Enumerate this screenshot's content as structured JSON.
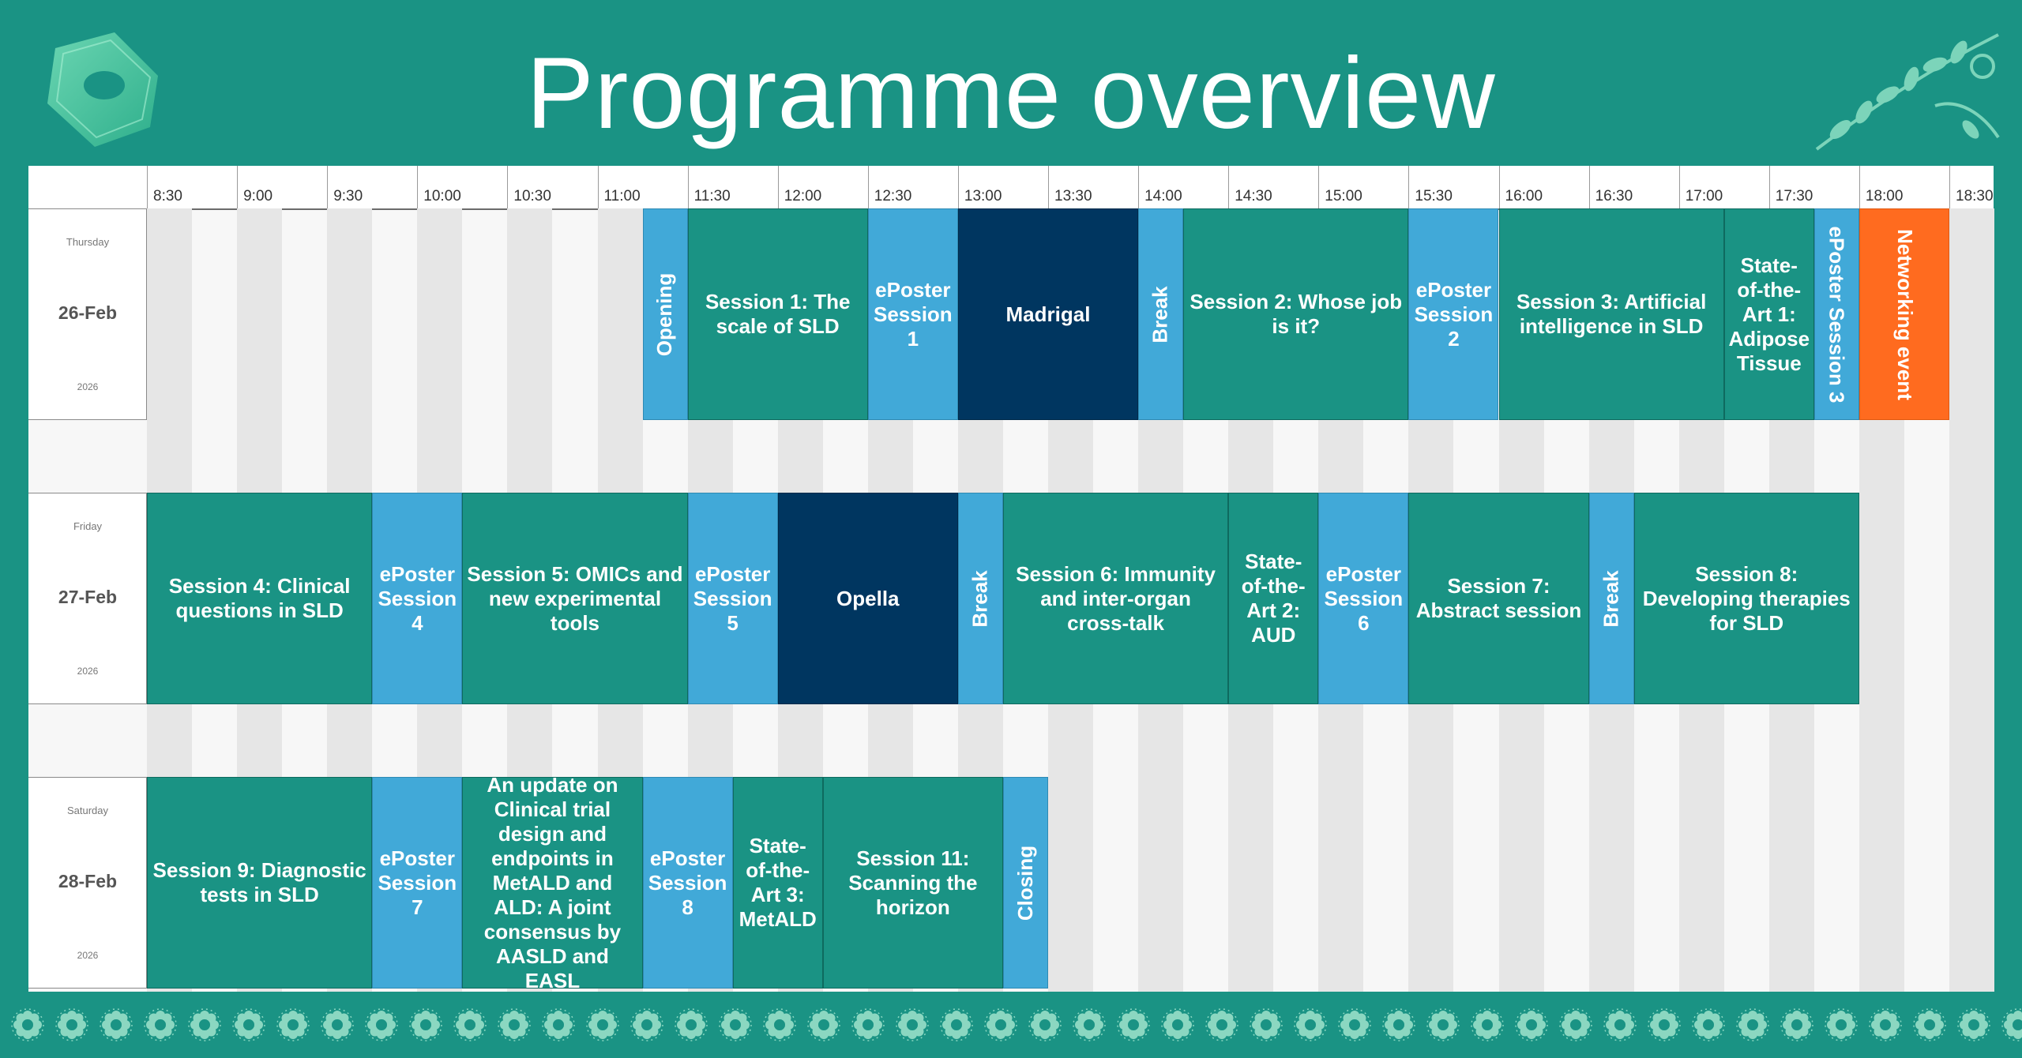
{
  "title": "Programme overview",
  "colors": {
    "background": "#1a9384",
    "session": "#1a9384",
    "eposter": "#41a9d8",
    "industry": "#003660",
    "networking": "#ff6b1f"
  },
  "times": [
    "8:30",
    "9:00",
    "9:30",
    "10:00",
    "10:30",
    "11:00",
    "11:30",
    "12:00",
    "12:30",
    "13:00",
    "13:30",
    "14:00",
    "14:30",
    "15:00",
    "15:30",
    "16:00",
    "16:30",
    "17:00",
    "17:30",
    "18:00",
    "18:30"
  ],
  "days": [
    {
      "weekday": "Thursday",
      "date": "26-Feb",
      "year": "2026",
      "blocks": [
        {
          "label": "Opening",
          "kind": "blue",
          "start": "11:15",
          "end": "11:30",
          "orient": "up"
        },
        {
          "label": "Session 1: The scale of SLD",
          "kind": "green",
          "start": "11:30",
          "end": "12:30"
        },
        {
          "label": "ePoster Session 1",
          "kind": "blue",
          "start": "12:30",
          "end": "13:00"
        },
        {
          "label": "Madrigal",
          "kind": "navy",
          "start": "13:00",
          "end": "14:00"
        },
        {
          "label": "Break",
          "kind": "blue",
          "start": "14:00",
          "end": "14:15",
          "orient": "up"
        },
        {
          "label": "Session 2: Whose job is it?",
          "kind": "green",
          "start": "14:15",
          "end": "15:30"
        },
        {
          "label": "ePoster Session 2",
          "kind": "blue",
          "start": "15:30",
          "end": "16:00"
        },
        {
          "label": "Session 3: Artificial intelligence in SLD",
          "kind": "green",
          "start": "16:00",
          "end": "17:15"
        },
        {
          "label": "State-of-the-Art 1: Adipose Tissue",
          "kind": "green",
          "start": "17:15",
          "end": "17:45"
        },
        {
          "label": "ePoster Session 3",
          "kind": "blue",
          "start": "17:45",
          "end": "18:00",
          "orient": "down"
        },
        {
          "label": "Networking event",
          "kind": "orange",
          "start": "18:00",
          "end": "18:30",
          "orient": "down"
        }
      ]
    },
    {
      "weekday": "Friday",
      "date": "27-Feb",
      "year": "2026",
      "blocks": [
        {
          "label": "Session 4: Clinical questions in SLD",
          "kind": "green",
          "start": "8:30",
          "end": "9:45"
        },
        {
          "label": "ePoster Session 4",
          "kind": "blue",
          "start": "9:45",
          "end": "10:15"
        },
        {
          "label": "Session 5: OMICs and new experimental tools",
          "kind": "green",
          "start": "10:15",
          "end": "11:30"
        },
        {
          "label": "ePoster Session 5",
          "kind": "blue",
          "start": "11:30",
          "end": "12:00"
        },
        {
          "label": "Opella",
          "kind": "navy",
          "start": "12:00",
          "end": "13:00"
        },
        {
          "label": "Break",
          "kind": "blue",
          "start": "13:00",
          "end": "13:15",
          "orient": "up"
        },
        {
          "label": "Session 6:  Immunity and inter-organ cross-talk",
          "kind": "green",
          "start": "13:15",
          "end": "14:30"
        },
        {
          "label": "State-of-the-Art 2: AUD",
          "kind": "green",
          "start": "14:30",
          "end": "15:00"
        },
        {
          "label": "ePoster Session 6",
          "kind": "blue",
          "start": "15:00",
          "end": "15:30"
        },
        {
          "label": "Session 7: Abstract session",
          "kind": "green",
          "start": "15:30",
          "end": "16:30"
        },
        {
          "label": "Break",
          "kind": "blue",
          "start": "16:30",
          "end": "16:45",
          "orient": "up"
        },
        {
          "label": "Session 8: Developing therapies for SLD",
          "kind": "green",
          "start": "16:45",
          "end": "18:00"
        }
      ]
    },
    {
      "weekday": "Saturday",
      "date": "28-Feb",
      "year": "2026",
      "blocks": [
        {
          "label": "Session 9: Diagnostic tests in  SLD",
          "kind": "green",
          "start": "8:30",
          "end": "9:45"
        },
        {
          "label": "ePoster Session 7",
          "kind": "blue",
          "start": "9:45",
          "end": "10:15"
        },
        {
          "label": "An update on Clinical trial design and endpoints in MetALD and ALD: A joint consensus by AASLD and EASL",
          "kind": "green",
          "start": "10:15",
          "end": "11:15"
        },
        {
          "label": "ePoster Session 8",
          "kind": "blue",
          "start": "11:15",
          "end": "11:45"
        },
        {
          "label": "State-of-the-Art 3: MetALD",
          "kind": "green",
          "start": "11:45",
          "end": "12:15"
        },
        {
          "label": "Session 11: Scanning the horizon",
          "kind": "green",
          "start": "12:15",
          "end": "13:15"
        },
        {
          "label": "Closing",
          "kind": "blue",
          "start": "13:15",
          "end": "13:30",
          "orient": "up"
        }
      ]
    }
  ]
}
